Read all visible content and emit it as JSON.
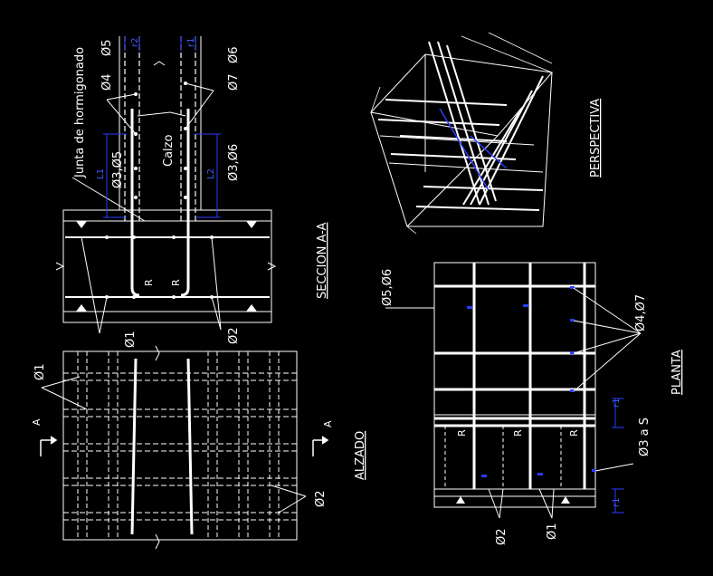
{
  "colors": {
    "background": "#000000",
    "line": "#ffffff",
    "dimension": "#2a3cff"
  },
  "views": {
    "section": {
      "title": "SECCION A-A",
      "junta": "Junta de hormigonado",
      "calzo": "Calzo",
      "r": "R",
      "phi1": "Ø1",
      "phi2": "Ø2",
      "phi3_5": "Ø3,Ø5",
      "phi3_6": "Ø3,Ø6",
      "phi4": "Ø4",
      "phi5": "Ø5",
      "phi6": "Ø6",
      "phi7": "Ø7",
      "l1": "L1",
      "l2": "L2",
      "r1": "r1",
      "r2": "r2"
    },
    "alzado": {
      "title": "ALZADO",
      "phi1": "Ø1",
      "phi2": "Ø2",
      "a": "A"
    },
    "perspectiva": {
      "title": "PERSPECTIVA"
    },
    "planta": {
      "title": "PLANTA",
      "phi5_6": "Ø5,Ø6",
      "phi4_7": "Ø4,Ø7",
      "phi3s": "Ø3 a S",
      "phi1": "Ø1",
      "phi2": "Ø2",
      "r": "R",
      "r1": "r1"
    }
  }
}
